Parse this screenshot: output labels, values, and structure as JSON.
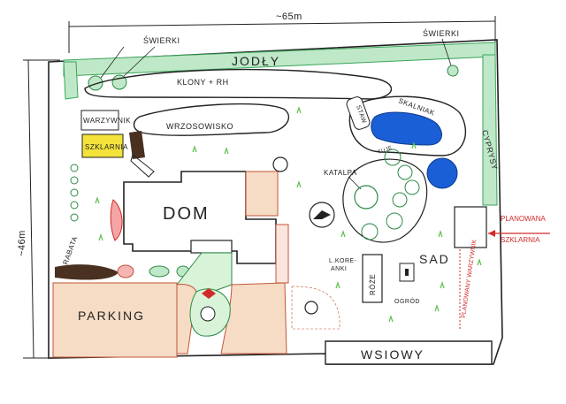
{
  "dimensions": {
    "width": "~65m",
    "height": "~46m"
  },
  "labels": {
    "swierki_left": "ŚWIERKI",
    "swierki_right": "ŚWIERKI",
    "jodly": "JODŁY",
    "klony": "KLONY + RH",
    "warzywnik": "WARZYWNIK",
    "szklarnia": "SZKLARNIA",
    "wrzosowisko": "WRZOSOWISKO",
    "dom": "DOM",
    "staw": "STAW",
    "skalniak": "SKALNIAK",
    "katalpa": "KATALPA",
    "tuje": "TUJE",
    "cyprysy": "CYPRYSY",
    "planowana_szklarnia_1": "PLANOWANA",
    "planowana_szklarnia_2": "SZKLARNIA",
    "rabata": "RABATA",
    "korean_1": "L.KORE-",
    "korean_2": "ANKI",
    "roze": "RÓŻE",
    "sad": "SAD",
    "ogrod": "OGRÓD",
    "parking": "PARKING",
    "wsiowy": "WSIOWY",
    "planowany_warzywnik": "PLANOWANY WARZYWNIK"
  },
  "colors": {
    "hedge": "#3aa55a",
    "water": "#1a5fd6",
    "grass": "#5cc04a",
    "brick": "#c0563a",
    "greenhouse": "#f2e23a",
    "planned": "#d12a2a"
  }
}
